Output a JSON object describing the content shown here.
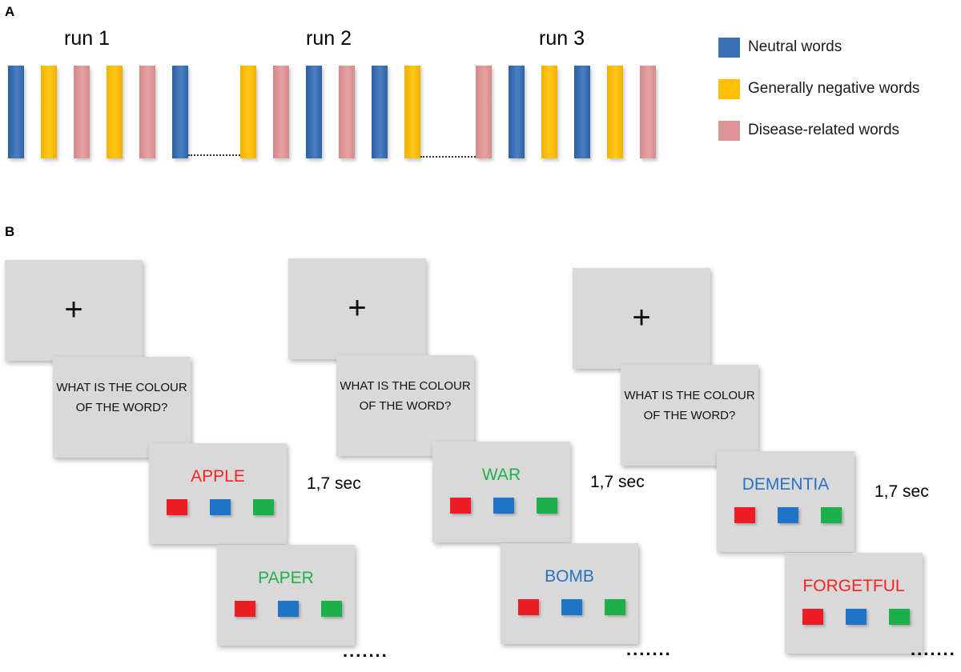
{
  "panel_a": {
    "letter": "A",
    "runs": [
      {
        "label": "run 1",
        "blocks": [
          "neutral",
          "negative",
          "disease",
          "negative",
          "disease",
          "neutral"
        ]
      },
      {
        "label": "run 2",
        "blocks": [
          "negative",
          "disease",
          "neutral",
          "disease",
          "neutral",
          "negative"
        ]
      },
      {
        "label": "run 3",
        "blocks": [
          "disease",
          "neutral",
          "negative",
          "neutral",
          "negative",
          "disease"
        ]
      }
    ],
    "legend": [
      {
        "key": "neutral",
        "label": "Neutral words",
        "color": "#3b6fb3"
      },
      {
        "key": "negative",
        "label": "Generally negative words",
        "color": "#ffc000"
      },
      {
        "key": "disease",
        "label": "Disease-related words",
        "color": "#dc9595"
      }
    ]
  },
  "panel_b": {
    "letter": "B",
    "sequences": [
      {
        "fixation": "+",
        "question": "WHAT IS THE COLOUR OF THE WORD?",
        "stimuli": [
          {
            "word": "APPLE",
            "color": "#ff2020"
          },
          {
            "word": "PAPER",
            "color": "#22b04c"
          }
        ],
        "duration": "1,7 sec",
        "ellipsis": "......."
      },
      {
        "fixation": "+",
        "question": "WHAT IS THE COLOUR OF THE WORD?",
        "stimuli": [
          {
            "word": "WAR",
            "color": "#22b04c"
          },
          {
            "word": "BOMB",
            "color": "#2a70c4"
          }
        ],
        "duration": "1,7 sec",
        "ellipsis": "......."
      },
      {
        "fixation": "+",
        "question": "WHAT IS THE COLOUR OF THE WORD?",
        "stimuli": [
          {
            "word": "DEMENTIA",
            "color": "#2a70c4"
          },
          {
            "word": "FORGETFUL",
            "color": "#ff2020"
          }
        ],
        "duration": "1,7 sec",
        "ellipsis": "......."
      }
    ],
    "response_key_colors": [
      "#ee1c24",
      "#1f73c9",
      "#1bb04a"
    ]
  }
}
